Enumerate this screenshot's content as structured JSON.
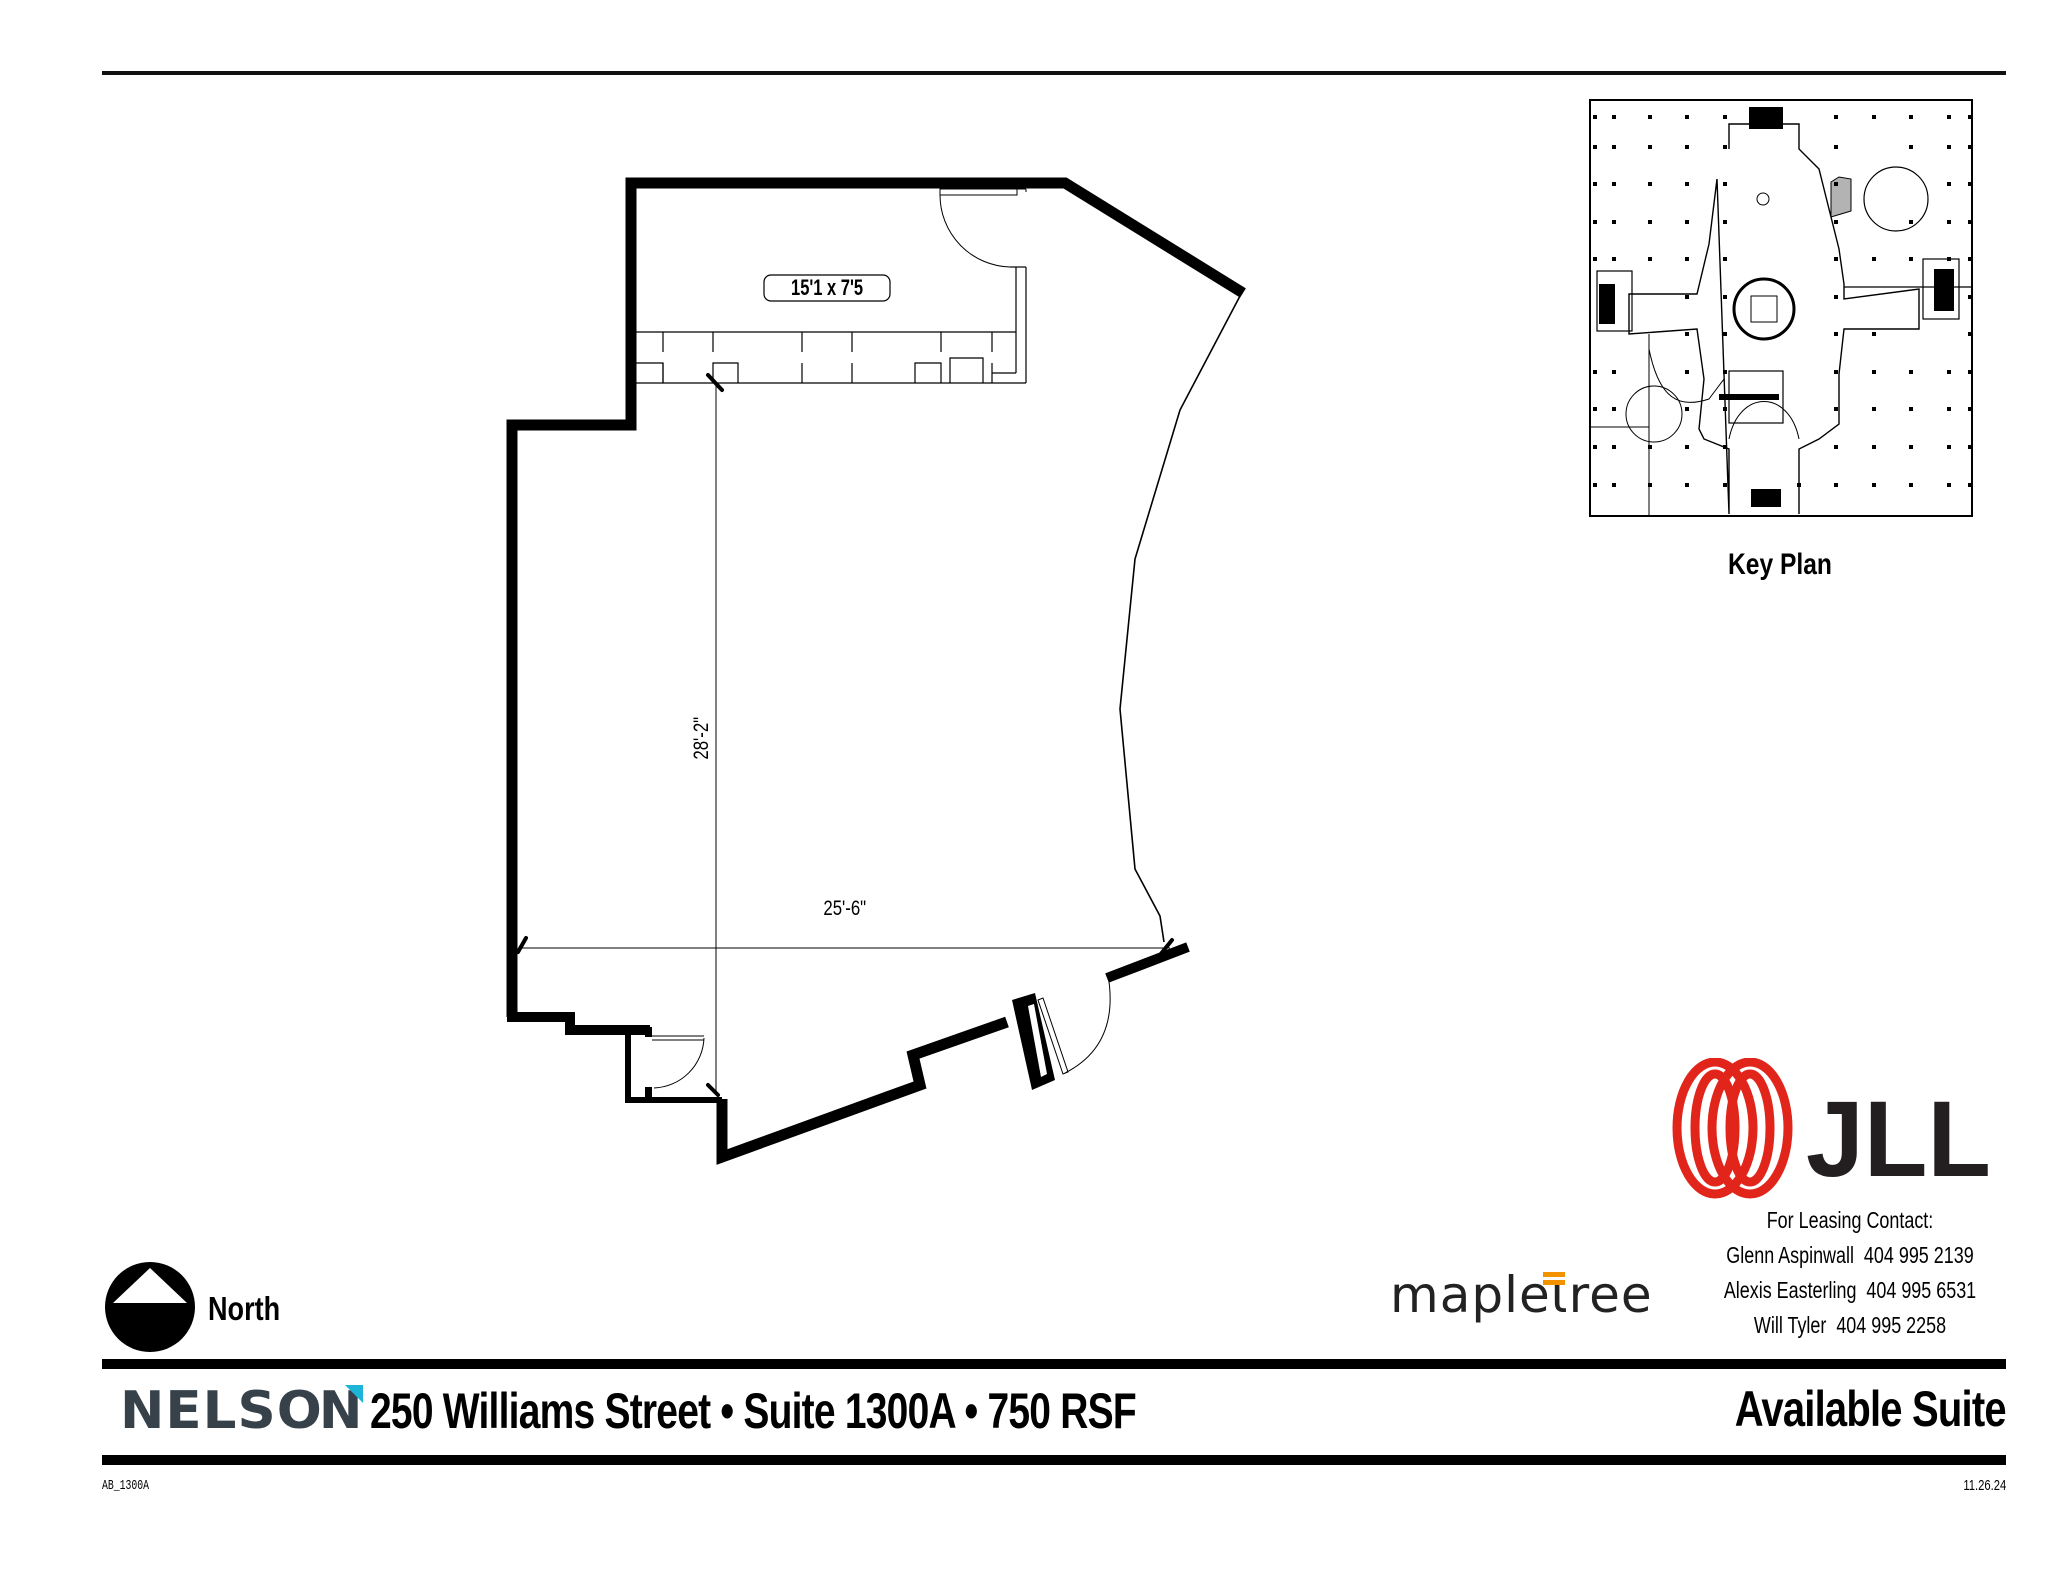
{
  "floorplan": {
    "room_label": "15'1 x 7'5",
    "dimension_vertical": "28'-2\"",
    "dimension_horizontal": "25'-6\""
  },
  "key_plan": {
    "label": "Key Plan",
    "highlight_color": "#b3b3b3"
  },
  "north_arrow": {
    "label": "North"
  },
  "branding": {
    "jll_wordmark": "JLL",
    "jll_color": "#e1251b",
    "mapletree_prefix": "maple",
    "mapletree_suffix": "ree",
    "mapletree_accent": "#f39200",
    "nelson_wordmark": "NELSO",
    "nelson_last": "N",
    "nelson_color": "#37414a",
    "nelson_accent": "#1cb5d8"
  },
  "contacts": {
    "heading": "For Leasing Contact:",
    "people": [
      {
        "name": "Glenn Aspinwall",
        "phone": "404 995 2139"
      },
      {
        "name": "Alexis Easterling",
        "phone": "404 995 6531"
      },
      {
        "name": "Will Tyler",
        "phone": "404 995 2258"
      }
    ]
  },
  "title_band": {
    "address": "250 Williams Street",
    "separator": "•",
    "suite": "Suite 1300A",
    "area": "750 RSF",
    "status": "Available Suite"
  },
  "footer": {
    "code": "AB_1300A",
    "date": "11.26.24"
  }
}
